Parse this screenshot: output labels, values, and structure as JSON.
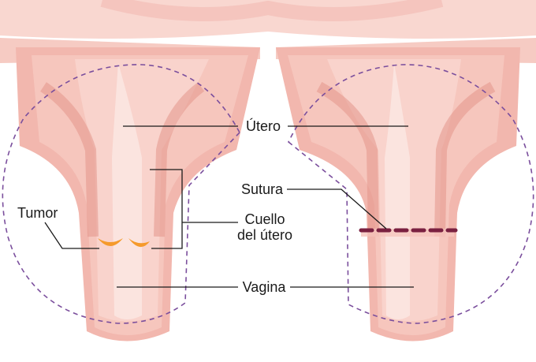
{
  "labels": {
    "utero": "Útero",
    "sutura": "Sutura",
    "tumor": "Tumor",
    "cuello_line1": "Cuello",
    "cuello_line2": "del útero",
    "vagina": "Vagina"
  },
  "colors": {
    "tissue_light": "#f9d3cc",
    "tissue_mid": "#f2b7ae",
    "tissue_dark": "#e3958b",
    "tissue_pale": "#fbe4df",
    "tumor": "#f59a2b",
    "dashed_circle": "#7b4f9d",
    "suture": "#7a2040",
    "leader_line": "#1a1a1a"
  }
}
